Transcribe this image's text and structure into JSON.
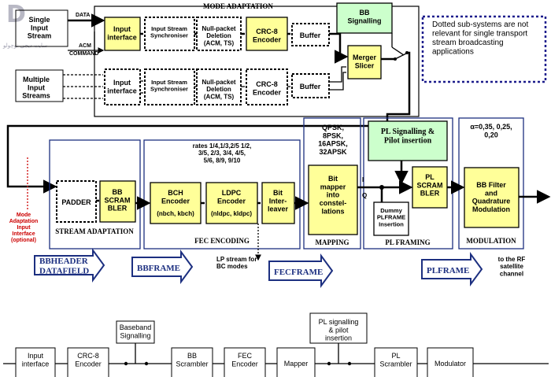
{
  "logo": {
    "text": "سایت دیجی توچولو"
  },
  "mode_adaptation": {
    "title": "MODE ADAPTATION",
    "single_input": "Single Input Stream",
    "multiple_input": "Multiple Input Streams",
    "data_label": "DATA",
    "acm_label": "ACM",
    "command_label": "COMMAND",
    "input_interface": "Input interface",
    "sync": "Input Stream Synchroniser",
    "npd": "Null-packet Deletion (ACM, TS)",
    "crc": "CRC-8 Encoder",
    "buffer": "Buffer",
    "bb_signalling": "BB Signalling",
    "merger": "Merger Slicer"
  },
  "note": "Dotted sub-systems are not relevant for single transport stream broadcasting applications",
  "stream_adaptation": {
    "title": "STREAM ADAPTATION",
    "padder": "PADDER",
    "scrambler": "BB SCRAM BLER",
    "side_label": "Mode Adaptation Input Interface (optional)"
  },
  "fec": {
    "title": "FEC ENCODING",
    "rates": "rates 1/4,1/3,2/5 1/2, 3/5, 2/3, 3/4, 4/5, 5/6, 8/9, 9/10",
    "bch": "BCH Encoder",
    "bch_params": "(nbch, kbch)",
    "ldpc": "LDPC Encoder",
    "ldpc_params": "(nldpc, kldpc)",
    "interleaver": "Bit Inter- leaver",
    "lp_stream": "LP stream for BC modes"
  },
  "mapping": {
    "title": "MAPPING",
    "mods": "QPSK, 8PSK, 16APSK, 32APSK",
    "mapper": "Bit mapper into constel- lations",
    "i_label": "I",
    "q_label": "Q"
  },
  "pl_framing": {
    "title": "PL FRAMING",
    "signalling": "PL Signalling & Pilot insertion",
    "scrambler": "PL SCRAM BLER",
    "dummy": "Dummy PLFRAME Insertion"
  },
  "modulation": {
    "title": "MODULATION",
    "alpha": "α=0,35, 0,25, 0,20",
    "filter": "BB Filter and Quadrature Modulation",
    "output": "to the RF satellite channel"
  },
  "frames": [
    "BBHEADER DATAFIELD",
    "BBFRAME",
    "FECFRAME",
    "PLFRAME"
  ],
  "simplified": {
    "blocks": [
      "Input interface",
      "CRC-8 Encoder",
      "BB Scrambler",
      "FEC Encoder",
      "Mapper",
      "PL Scrambler",
      "Modulator"
    ],
    "baseband": "Baseband Signalling",
    "pl_signalling": "PL signalling & pilot insertion"
  },
  "colors": {
    "block": "#ffff99",
    "green": "#ccffcc",
    "frame_arrow": "#1c2f80",
    "note_border": "#1c1c8c",
    "mode_red": "#cc0000"
  }
}
